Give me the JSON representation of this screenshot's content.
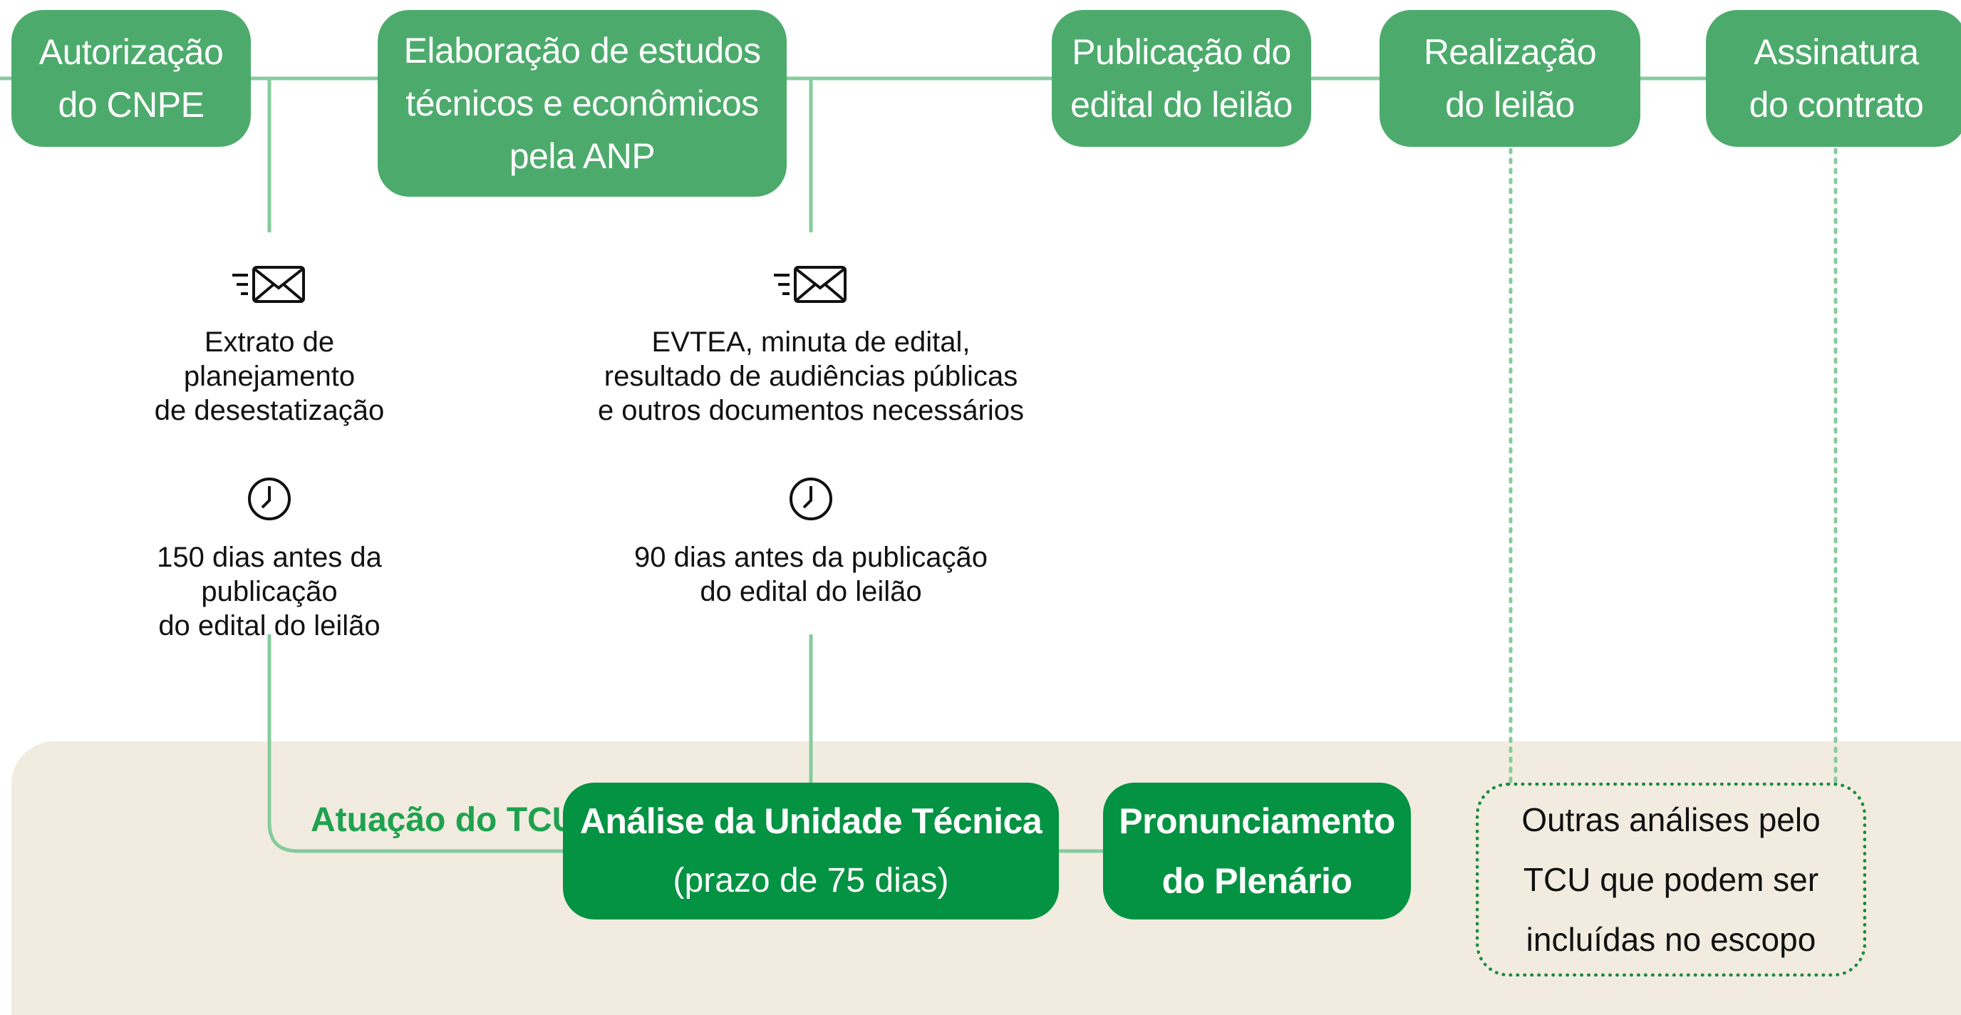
{
  "stages": [
    {
      "id": "autorizacao",
      "label": "Autorização\ndo CNPE"
    },
    {
      "id": "elaboracao",
      "label": "Elaboração de estudos\ntécnicos e econômicos\npela ANP"
    },
    {
      "id": "publicacao",
      "label": "Publicação do\nedital do leilão"
    },
    {
      "id": "realizacao",
      "label": "Realização\ndo leilão"
    },
    {
      "id": "assinatura",
      "label": "Assinatura\ndo contrato"
    }
  ],
  "deliverables": [
    {
      "icon": "email-icon",
      "document": "Extrato de\nplanejamento\nde desestatização",
      "deadline_icon": "clock-icon",
      "deadline": "150 dias antes da publicação\ndo edital do leilão"
    },
    {
      "icon": "email-icon",
      "document": "EVTEA, minuta de edital,\nresultado de audiências públicas\ne outros documentos necessários",
      "deadline_icon": "clock-icon",
      "deadline": "90 dias antes da publicação\ndo edital do leilão"
    }
  ],
  "tcu": {
    "label": "Atuação do TCU",
    "analysis_title": "Análise da Unidade Técnica",
    "analysis_deadline": "(prazo de 75 dias)",
    "plenary": "Pronunciamento\ndo Plenário",
    "other": "Outras análises pelo\nTCU que podem ser\nincluídas no escopo"
  },
  "colors": {
    "stage_green": "#4cab6c",
    "tcu_green": "#039342",
    "connector_green": "#86cc9c",
    "label_green": "#1fa24f",
    "panel_beige": "#f2ece0"
  }
}
